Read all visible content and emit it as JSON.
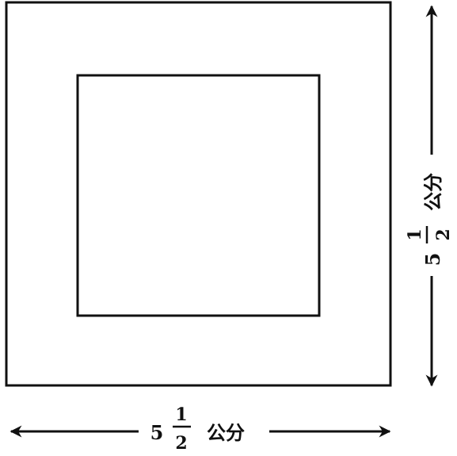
{
  "diagram": {
    "bottom_dimension": {
      "whole": "5",
      "numerator": "1",
      "denominator": "2",
      "unit": "公分"
    },
    "right_dimension": {
      "whole": "5",
      "numerator": "1",
      "denominator": "2",
      "unit": "公分"
    },
    "colors": {
      "line": "#111111",
      "background": "#ffffff"
    }
  }
}
